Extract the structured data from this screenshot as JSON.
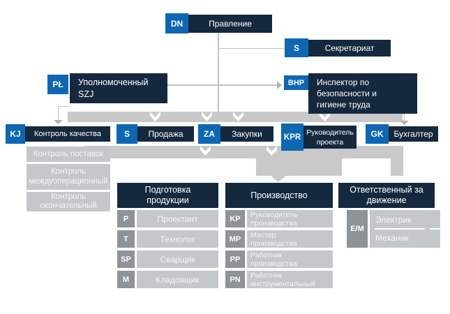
{
  "colors": {
    "navy": "#15293E",
    "blue": "#0E67B3",
    "connector_gray": "#C9C9C9",
    "sub_box_gray": "#C5C8CA",
    "code_gray": "#8E9299",
    "line_gray": "#C1C1C1"
  },
  "board": {
    "code": "DN",
    "label": "Правление"
  },
  "secretariat": {
    "code": "S",
    "label": "Секретариат"
  },
  "szj": {
    "code": "PŁ",
    "line1": "Уполномоченный",
    "line2": "SZJ"
  },
  "bhp": {
    "code": "BHP",
    "line1": "Инспектор по",
    "line2": "безопасности и",
    "line3": "гигиене труда"
  },
  "row2": [
    {
      "code": "KJ",
      "label": "Контроль качества"
    },
    {
      "code": "S",
      "label": "Продажа"
    },
    {
      "code": "ZA",
      "label": "Закупки"
    },
    {
      "code": "KPR",
      "line1": "Руководитель",
      "line2": "проекта"
    },
    {
      "code": "GK",
      "label": "Бухгалтер"
    }
  ],
  "kj_sub": [
    "Контроль поставок",
    "Контроль междуоперационный",
    "Контроль окончательный"
  ],
  "prep": {
    "title": "Подготовка продукции",
    "rows": [
      {
        "code": "P",
        "label": "Проектант"
      },
      {
        "code": "T",
        "label": "Технолог"
      },
      {
        "code": "SP",
        "label": "Сварщик"
      },
      {
        "code": "M",
        "label": "Кладовщик"
      }
    ]
  },
  "production": {
    "title": "Производство",
    "rows": [
      {
        "code": "KP",
        "label": "Руководитель производства"
      },
      {
        "code": "MP",
        "label": "Мастер производства"
      },
      {
        "code": "PP",
        "label": "Работник производства"
      },
      {
        "code": "PN",
        "label": "Работник инструментальный"
      }
    ]
  },
  "movement": {
    "title": "Ответственный за движение",
    "code": "E/M",
    "rows": [
      {
        "label": "Электрик"
      },
      {
        "label": "Механик"
      }
    ]
  }
}
